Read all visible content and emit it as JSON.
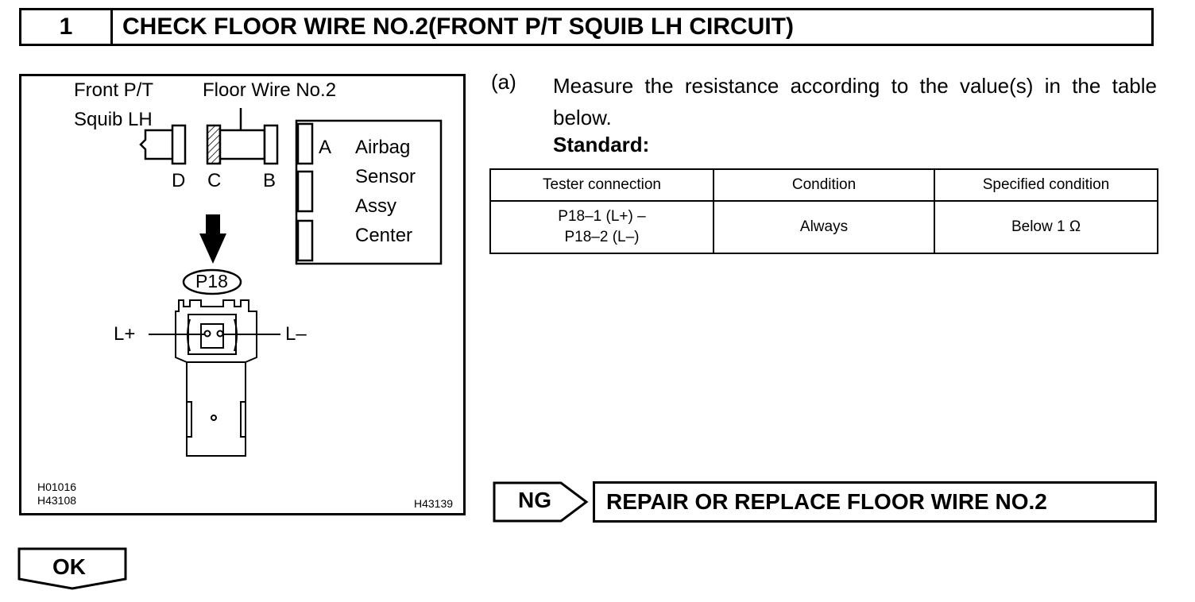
{
  "step": {
    "number": "1",
    "title": "CHECK FLOOR WIRE NO.2(FRONT P/T SQUIB LH CIRCUIT)"
  },
  "figure": {
    "label_front_pt": "Front P/T",
    "label_squib_lh": "Squib LH",
    "label_floor_wire": "Floor Wire No.2",
    "label_a": "A",
    "label_b": "B",
    "label_c": "C",
    "label_d": "D",
    "sensor_lines": [
      "Airbag",
      "Sensor",
      "Assy",
      "Center"
    ],
    "connector_id": "P18",
    "terminal_left": "L+",
    "terminal_right": "L–",
    "ref_code_1": "H01016",
    "ref_code_2": "H43108",
    "ref_code_3": "H43139"
  },
  "instruction": {
    "label": "(a)",
    "text": "Measure the resistance according to the value(s) in the table below.",
    "standard": "Standard:"
  },
  "table": {
    "headers": [
      "Tester connection",
      "Condition",
      "Specified condition"
    ],
    "rows": [
      {
        "tester_line1": "P18–1 (L+) –",
        "tester_line2": "P18–2 (L–)",
        "condition": "Always",
        "specified": "Below 1 Ω"
      }
    ]
  },
  "ng": {
    "label": "NG",
    "action": "REPAIR OR REPLACE FLOOR WIRE NO.2"
  },
  "ok": {
    "label": "OK"
  }
}
